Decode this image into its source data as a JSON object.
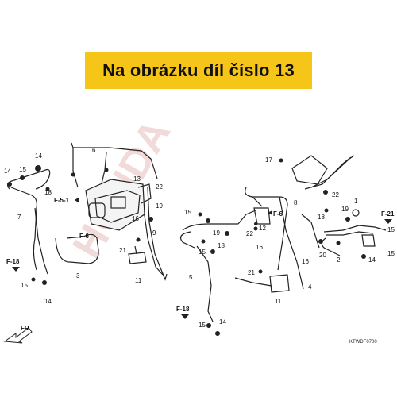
{
  "banner": {
    "title": "Na obrázku díl číslo 13",
    "color": "#f5c518"
  },
  "diagram": {
    "part_labels": [
      "1",
      "2",
      "3",
      "4",
      "5",
      "6",
      "7",
      "8",
      "9",
      "11",
      "12",
      "13",
      "14",
      "15",
      "16",
      "17",
      "18",
      "19",
      "20",
      "21",
      "22"
    ],
    "ref_labels": [
      "F-5-1",
      "F-6",
      "F-18",
      "F-21"
    ],
    "direction_label": "FR.",
    "drawing_code": "KTWDF0700",
    "watermark": "HONDA"
  }
}
